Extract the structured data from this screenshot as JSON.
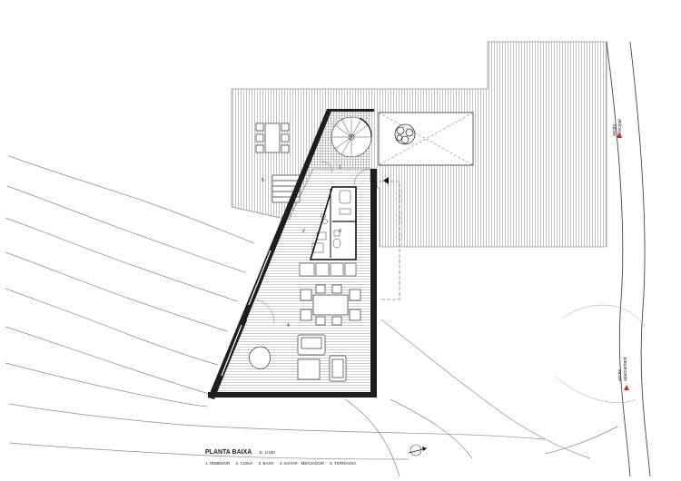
{
  "title": "PLANTA BAIXA",
  "scale": "E. 1/100",
  "legend": "1. REBEDOR     2. CUINA     3. BANY     4. ESTAR - MENJADOR     5. TERRASSA",
  "room_numbers": {
    "rebedor": "1",
    "cuina": "2",
    "bany": "3",
    "estar_menjador": "4",
    "terrassa": "5"
  },
  "access": {
    "main_line1": "accés",
    "main_line2": "principal",
    "parking_line1": "accés",
    "parking_line2": "aparcament"
  },
  "colors": {
    "hatch": "#9a9a9a",
    "wall": "#1e1e1e",
    "line": "#555555",
    "access_marker": "#e02020"
  },
  "icons": [
    "north-arrow-icon",
    "access-marker-icon",
    "spiral-stair-icon",
    "tree-icon"
  ]
}
